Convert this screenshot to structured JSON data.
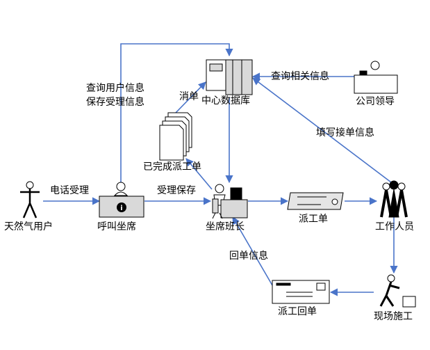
{
  "nodes": {
    "gas_user": "天然气用户",
    "call_seat": "呼叫坐席",
    "seat_leader": "坐席班长",
    "dispatch_order": "派工单",
    "workers": "工作人员",
    "onsite": "现场施工",
    "return_order": "派工回单",
    "data_center": "中心数据库",
    "company_lead": "公司领导",
    "completed_orders": "已完成派工单"
  },
  "edges": {
    "phone_accept": "电话受理",
    "accept_save": "受理保存",
    "query_user": "查询用户信息",
    "save_accept": "保存受理信息",
    "cancel_order": "消单",
    "query_related": "查询相关信息",
    "fill_order": "填写接单信息",
    "return_info": "回单信息"
  },
  "colors": {
    "arrow": "#4a74c9",
    "stroke": "#000000",
    "fill": "#ffffff",
    "gray": "#d9d9d9"
  }
}
